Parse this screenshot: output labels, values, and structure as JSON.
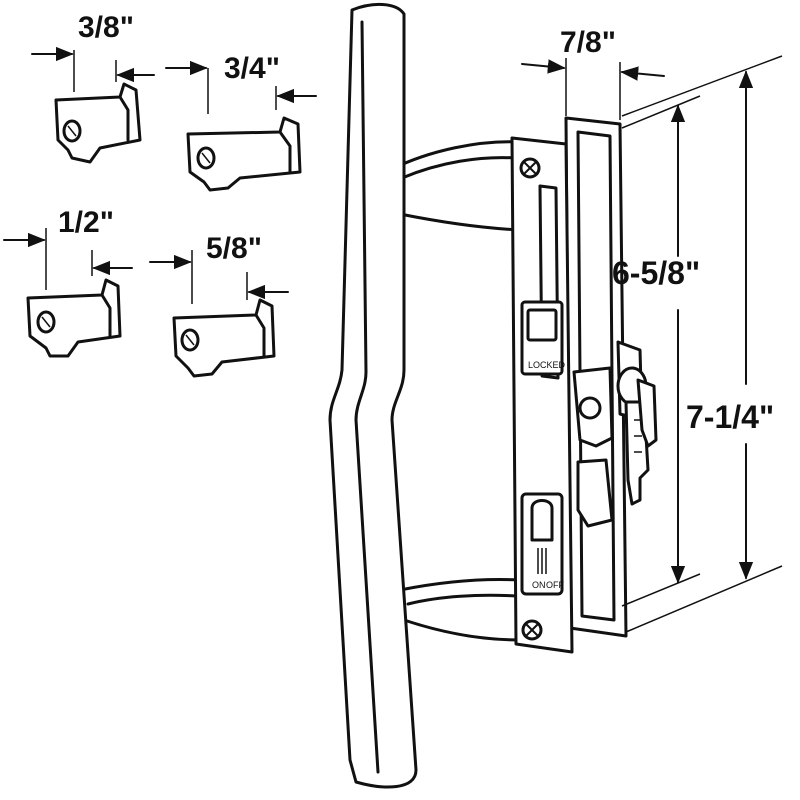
{
  "tailpieces": [
    {
      "label": "3/8\""
    },
    {
      "label": "3/4\""
    },
    {
      "label": "1/2\""
    },
    {
      "label": "5/8\""
    }
  ],
  "dimensions": {
    "width": "7/8\"",
    "inner_height": "6-5/8\"",
    "outer_height": "7-1/4\""
  },
  "latch_labels": {
    "locked": "LOCKED",
    "on": "ON",
    "off": "OFF"
  },
  "colors": {
    "line": "#111111",
    "background": "#ffffff"
  }
}
